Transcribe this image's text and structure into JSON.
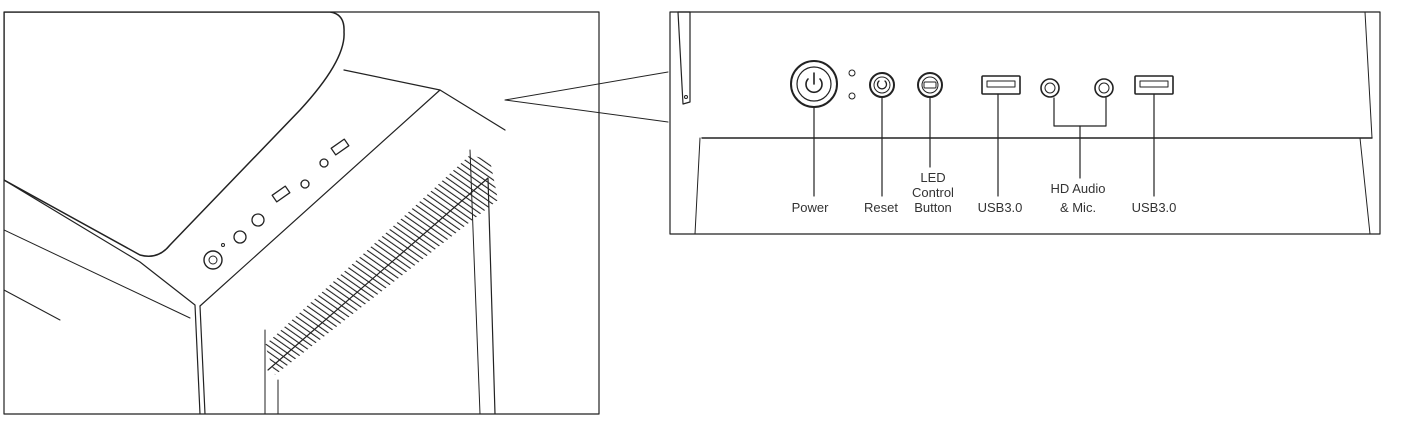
{
  "labels": {
    "power": "Power",
    "reset": "Reset",
    "led_line1": "LED",
    "led_line2": "Control",
    "led_line3": "Button",
    "usb_left": "USB3.0",
    "audio_line1": "HD Audio",
    "audio_line2": "& Mic.",
    "usb_right": "USB3.0"
  },
  "icons": {
    "power": "power-icon",
    "reset": "reset-icon",
    "led": "led-icon",
    "usb": "usb-port-icon",
    "audio": "audio-jack-icon",
    "indicator": "indicator-light-icon"
  },
  "colors": {
    "line": "#222222",
    "text": "#333333",
    "background": "#ffffff"
  }
}
